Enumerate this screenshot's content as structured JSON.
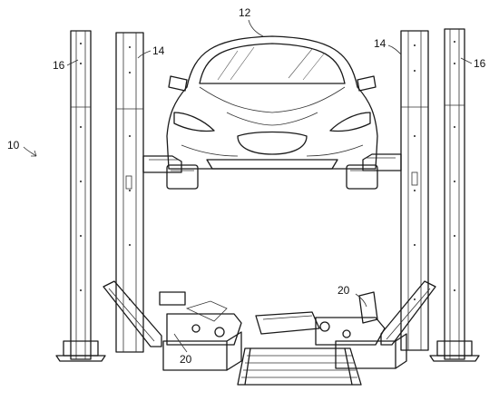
{
  "figure": {
    "labels": {
      "vehicle": "12",
      "lift_system": "10",
      "lift_post_inner_left": "14",
      "lift_post_inner_right": "14",
      "lift_post_outer_left": "16",
      "lift_post_outer_right": "16",
      "battery_station_left": "20",
      "battery_station_right": "20"
    }
  }
}
